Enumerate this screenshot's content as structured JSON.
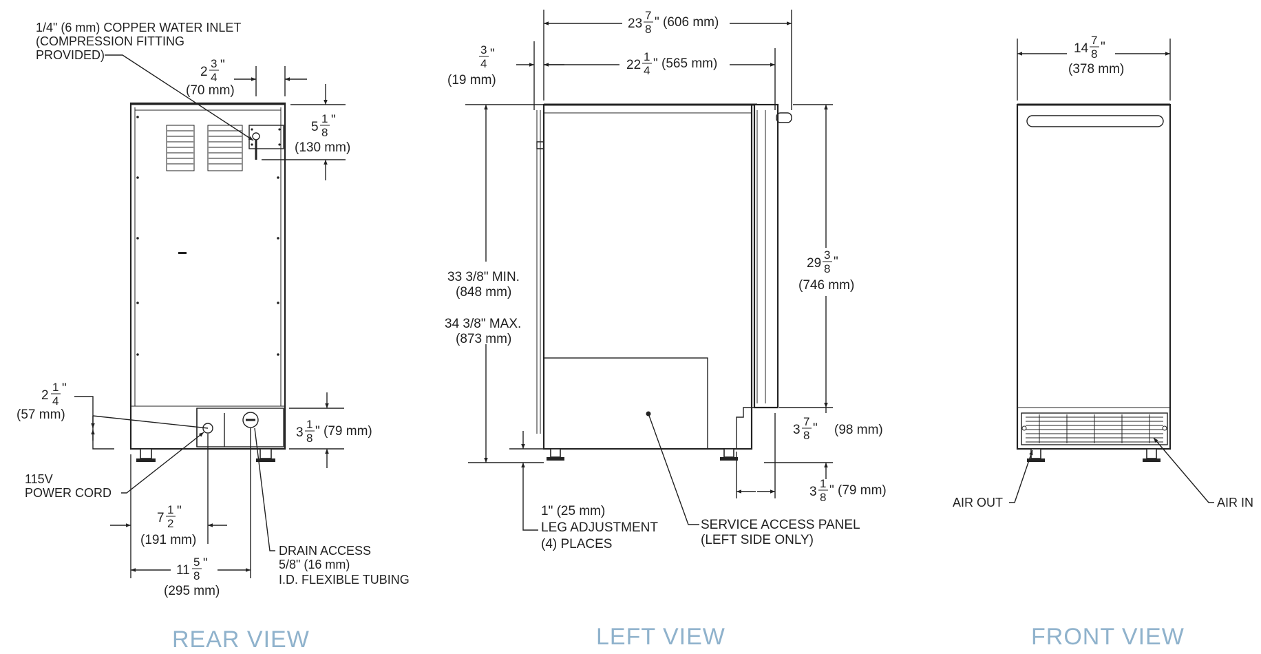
{
  "colors": {
    "line": "#222222",
    "view_title": "#8fb2cc"
  },
  "rear": {
    "title": "REAR VIEW",
    "water_inlet": [
      "1/4\" (6 mm) COPPER WATER INLET",
      "(COMPRESSION FITTING",
      "PROVIDED)"
    ],
    "inlet_offset": {
      "whole": "2",
      "num": "3",
      "den": "4",
      "unit": "\"",
      "mm": "(70 mm)"
    },
    "inlet_height": {
      "whole": "5",
      "num": "1",
      "den": "8",
      "unit": "\"",
      "mm": "(130 mm)"
    },
    "cord_height": {
      "whole": "2",
      "num": "1",
      "den": "4",
      "unit": "\"",
      "mm": "(57 mm)"
    },
    "drain_height": {
      "whole": "3",
      "num": "1",
      "den": "8",
      "unit": "\" (79 mm)"
    },
    "power_cord": [
      "115V",
      "POWER CORD"
    ],
    "cord_offset": {
      "whole": "7",
      "num": "1",
      "den": "2",
      "unit": "\"",
      "mm": "(191 mm)"
    },
    "drain_offset": {
      "whole": "11",
      "num": "5",
      "den": "8",
      "unit": "\"",
      "mm": "(295 mm)"
    },
    "drain_access": [
      "DRAIN ACCESS",
      "5/8\" (16 mm)",
      "I.D. FLEXIBLE TUBING"
    ]
  },
  "left": {
    "title": "LEFT VIEW",
    "overall_depth": {
      "whole": "23",
      "num": "7",
      "den": "8",
      "unit": "\" (606 mm)"
    },
    "cabinet_depth": {
      "whole": "22",
      "num": "1",
      "den": "4",
      "unit": "\" (565 mm)"
    },
    "door_thickness": {
      "num": "3",
      "den": "4",
      "unit": "\"",
      "mm": "(19 mm)"
    },
    "height_min": [
      "33 3/8\" MIN.",
      "(848 mm)"
    ],
    "height_max": [
      "34 3/8\" MAX.",
      "(873 mm)"
    ],
    "door_height": {
      "whole": "29",
      "num": "3",
      "den": "8",
      "unit": "\"",
      "mm": "(746 mm)"
    },
    "kick_height": {
      "whole": "3",
      "num": "7",
      "den": "8",
      "unit": "\"",
      "mm": "(98 mm)"
    },
    "kick_depth": {
      "whole": "3",
      "num": "1",
      "den": "8",
      "unit": "\" (79 mm)"
    },
    "leg_adjustment": [
      "1\" (25 mm)",
      "LEG ADJUSTMENT",
      "(4) PLACES"
    ],
    "service_panel": [
      "SERVICE ACCESS PANEL",
      "(LEFT SIDE ONLY)"
    ]
  },
  "front": {
    "title": "FRONT VIEW",
    "width": {
      "whole": "14",
      "num": "7",
      "den": "8",
      "unit": "\"",
      "mm": "(378 mm)"
    },
    "air_out": "AIR OUT",
    "air_in": "AIR IN"
  }
}
